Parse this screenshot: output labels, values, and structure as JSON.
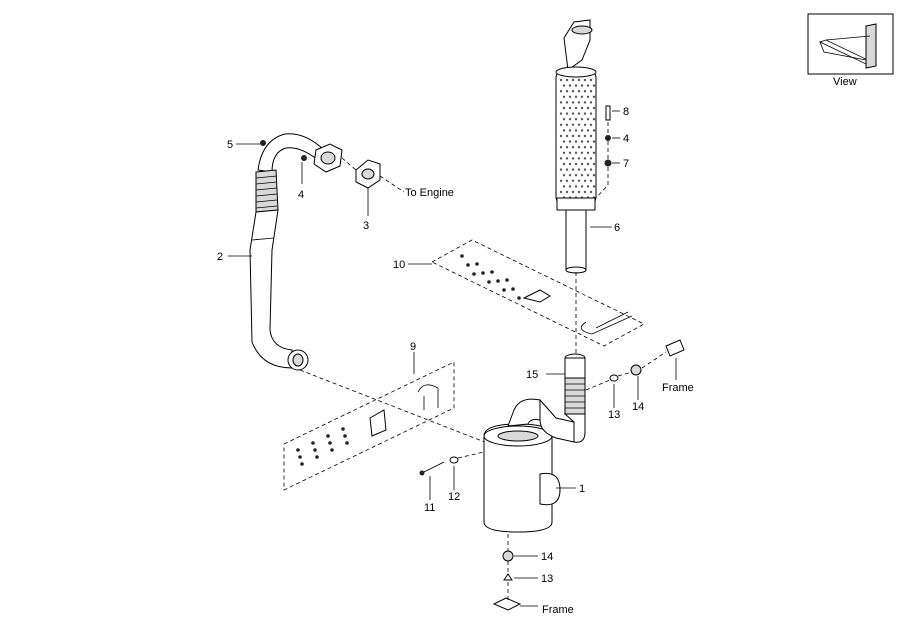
{
  "view_box": {
    "label": "View"
  },
  "callouts": [
    {
      "id": "c1",
      "text": "1"
    },
    {
      "id": "c2",
      "text": "2"
    },
    {
      "id": "c3",
      "text": "3"
    },
    {
      "id": "c4a",
      "text": "4"
    },
    {
      "id": "c4b",
      "text": "4"
    },
    {
      "id": "c5",
      "text": "5"
    },
    {
      "id": "c6",
      "text": "6"
    },
    {
      "id": "c7",
      "text": "7"
    },
    {
      "id": "c8",
      "text": "8"
    },
    {
      "id": "c9",
      "text": "9"
    },
    {
      "id": "c10",
      "text": "10"
    },
    {
      "id": "c11",
      "text": "11"
    },
    {
      "id": "c12",
      "text": "12"
    },
    {
      "id": "c13a",
      "text": "13"
    },
    {
      "id": "c13b",
      "text": "13"
    },
    {
      "id": "c14a",
      "text": "14"
    },
    {
      "id": "c14b",
      "text": "14"
    },
    {
      "id": "c15",
      "text": "15"
    }
  ],
  "notes": {
    "to_engine": "To Engine",
    "frame_right": "Frame",
    "frame_bottom": "Frame"
  }
}
